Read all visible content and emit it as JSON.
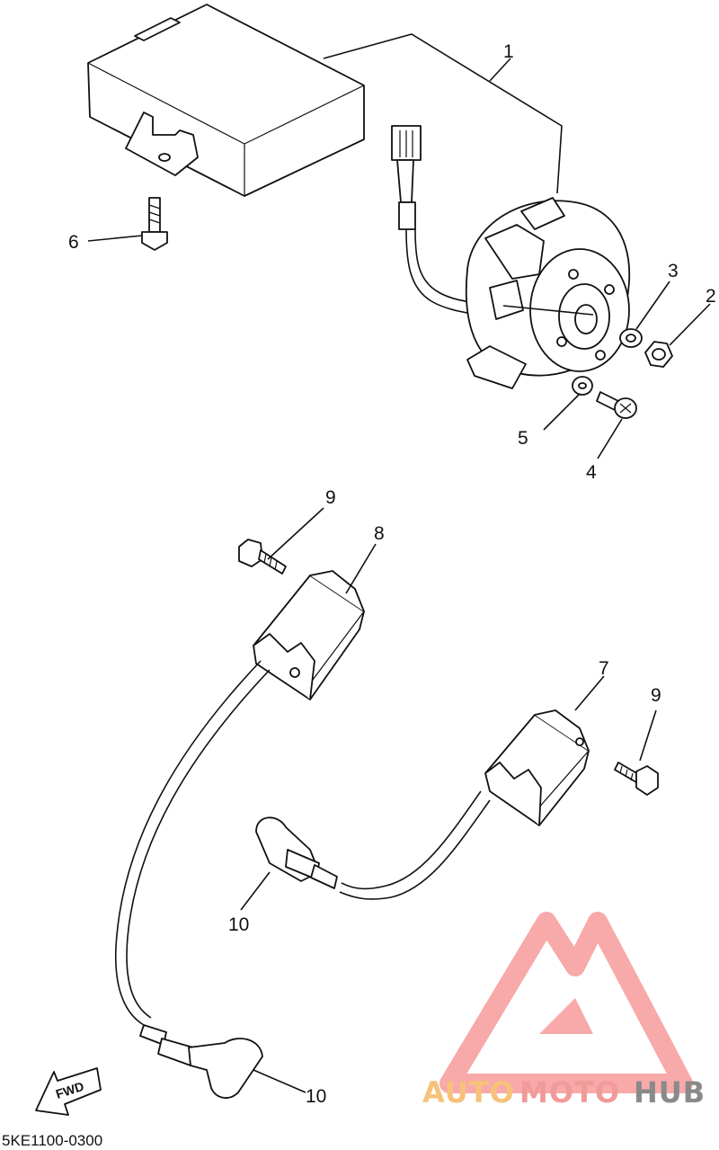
{
  "diagram": {
    "code": "5KE1100-0300",
    "fwd_label": "FWD",
    "callouts": {
      "c1": "1",
      "c2": "2",
      "c3": "3",
      "c4": "4",
      "c5": "5",
      "c6": "6",
      "c7": "7",
      "c8": "8",
      "c9a": "9",
      "c9b": "9",
      "c10a": "10",
      "c10b": "10"
    }
  },
  "watermark": {
    "part1": "AUTO",
    "part2": "MOTO",
    "part3": "HUB",
    "colors": {
      "auto": "#f6c27a",
      "moto": "#f19a9a",
      "hub": "#8a8a8a",
      "mark": "#f7a0a0"
    }
  }
}
